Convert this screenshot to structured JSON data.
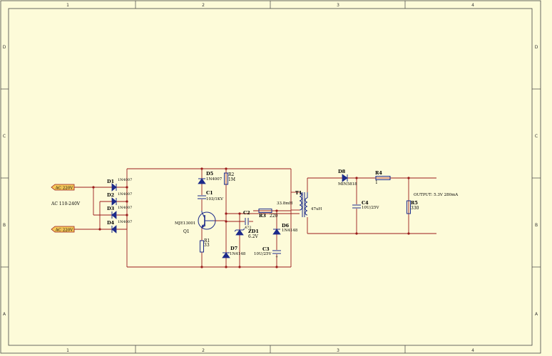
{
  "frame": {
    "columns": [
      "1",
      "2",
      "3",
      "4"
    ],
    "rows": [
      "D",
      "C",
      "B",
      "A"
    ]
  },
  "ports": {
    "ac_top": "AC 220V",
    "ac_bottom": "AC 220V",
    "input_range": "AC 110-240V"
  },
  "components": {
    "D1": {
      "ref": "D1",
      "value": "1N4007"
    },
    "D2": {
      "ref": "D2",
      "value": "1N4007"
    },
    "D3": {
      "ref": "D3",
      "value": "1N4007"
    },
    "D4": {
      "ref": "D4",
      "value": "1N4007"
    },
    "D5": {
      "ref": "D5",
      "value": "1N4007"
    },
    "R2": {
      "ref": "R2",
      "value": "1M"
    },
    "C1": {
      "ref": "C1",
      "value": "103/1KV"
    },
    "Q1": {
      "ref": "Q1",
      "value": "MJE13001"
    },
    "R1": {
      "ref": "R1",
      "value": "33"
    },
    "D7": {
      "ref": "D7",
      "value": "1N4148"
    },
    "C2": {
      "ref": "C2",
      "value": "472"
    },
    "ZD1": {
      "ref": "ZD1",
      "value": "6.2V"
    },
    "R3": {
      "ref": "R3",
      "value": "220"
    },
    "D6": {
      "ref": "D6",
      "value": "1N4148"
    },
    "C3": {
      "ref": "C3",
      "value": "10U/25V"
    },
    "T1": {
      "ref": "T1",
      "primary": "33.8mH",
      "secondary": "47uH"
    },
    "D8": {
      "ref": "D8",
      "value": "MIN5818"
    },
    "R4": {
      "ref": "R4",
      "value": "1"
    },
    "C4": {
      "ref": "C4",
      "value": "10U/25V"
    },
    "R5": {
      "ref": "R5",
      "value": "330"
    }
  },
  "output_label": "OUTPUT: 5.3V 280mA"
}
